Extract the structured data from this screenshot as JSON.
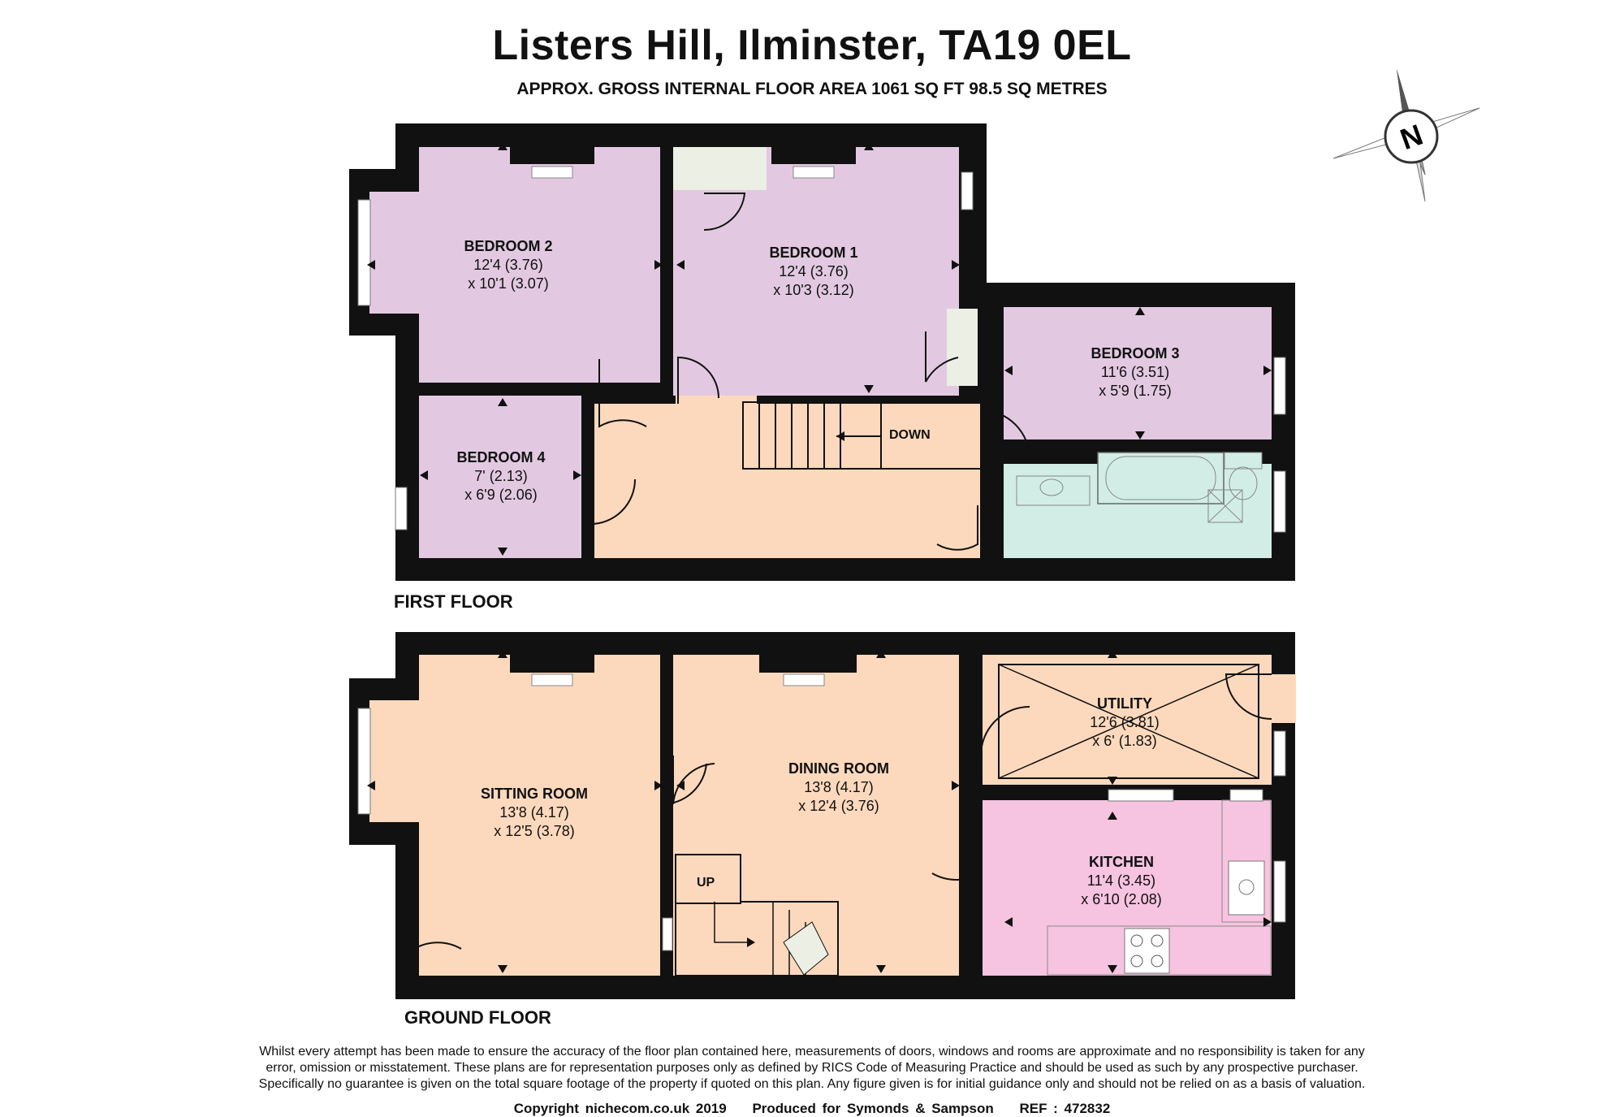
{
  "title": "Listers Hill, Ilminster, TA19 0EL",
  "subtitle": "APPROX. GROSS INTERNAL FLOOR AREA 1061 SQ FT 98.5 SQ METRES",
  "compass": {
    "letter": "N"
  },
  "floors": {
    "first": {
      "label": "FIRST FLOOR",
      "stairs_label": "DOWN",
      "rooms": [
        {
          "name": "BEDROOM 2",
          "dim1": "12'4 (3.76)",
          "dim2": "x 10'1 (3.07)"
        },
        {
          "name": "BEDROOM 1",
          "dim1": "12'4 (3.76)",
          "dim2": "x 10'3 (3.12)"
        },
        {
          "name": "BEDROOM 3",
          "dim1": "11'6 (3.51)",
          "dim2": "x 5'9 (1.75)"
        },
        {
          "name": "BEDROOM 4",
          "dim1": "7' (2.13)",
          "dim2": "x 6'9 (2.06)"
        }
      ]
    },
    "ground": {
      "label": "GROUND FLOOR",
      "stairs_label": "UP",
      "rooms": [
        {
          "name": "SITTING ROOM",
          "dim1": "13'8 (4.17)",
          "dim2": "x 12'5 (3.78)"
        },
        {
          "name": "DINING ROOM",
          "dim1": "13'8 (4.17)",
          "dim2": "x 12'4 (3.76)"
        },
        {
          "name": "UTILITY",
          "dim1": "12'6 (3.81)",
          "dim2": "x 6' (1.83)"
        },
        {
          "name": "KITCHEN",
          "dim1": "11'4 (3.45)",
          "dim2": "x 6'10 (2.08)"
        }
      ]
    }
  },
  "colors": {
    "wall": "#111111",
    "bedroom": "#e2c9e1",
    "hall": "#fcd9bd",
    "bathroom": "#d1ede6",
    "kitchen": "#f6c3e0",
    "cupboard": "#ecefe4"
  },
  "disclaimer": {
    "line1": "Whilst every attempt has been made to ensure the accuracy of the floor plan contained here, measurements of doors, windows and rooms are approximate and no responsibility is taken for any",
    "line2": "error, omission or misstatement. These plans are for representation purposes only as defined by RICS Code of Measuring Practice and should be used as such by any prospective purchaser.",
    "line3": "Specifically no guarantee is given on the total square footage of the property if quoted on this plan. Any figure given is for initial guidance only and should not be relied on as a basis of valuation."
  },
  "credits": {
    "copyright": "Copyright nichecom.co.uk 2019",
    "produced": "Produced for Symonds & Sampson",
    "ref": "REF : 472832"
  }
}
